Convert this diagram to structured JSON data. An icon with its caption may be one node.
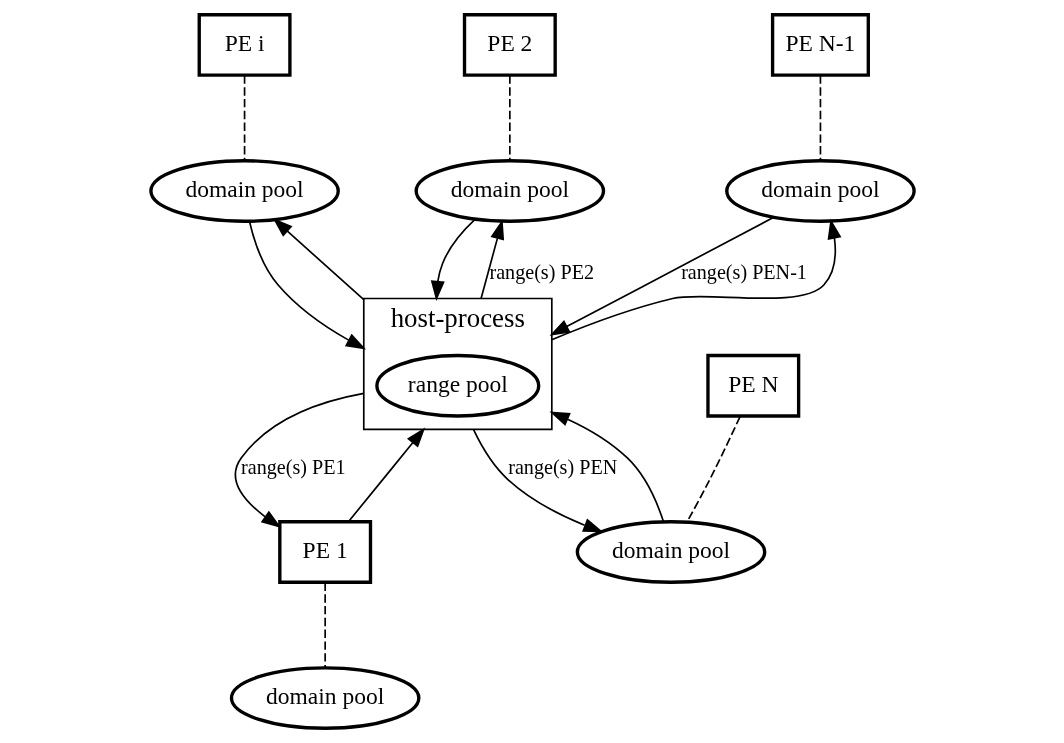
{
  "diagram": {
    "nodes": [
      {
        "text": [
          "PE i"
        ]
      },
      {
        "text": [
          "domain pool"
        ]
      },
      {
        "text": [
          "PE 2"
        ]
      },
      {
        "text": [
          "domain pool"
        ]
      },
      {
        "text": [
          "PE N-1"
        ]
      },
      {
        "text": [
          "domain pool"
        ]
      },
      {
        "text": [
          "host-process"
        ]
      },
      {
        "text": [
          "range pool"
        ],
        "in": 6
      },
      {
        "text": [
          "PE 1"
        ]
      },
      {
        "text": [
          "domain pool"
        ]
      },
      {
        "text": [
          "PE N"
        ]
      },
      {
        "text": [
          "domain pool"
        ]
      }
    ],
    "edges": [
      {
        "from": 0,
        "to": 1,
        "arrow": "none",
        "style": "dashed"
      },
      {
        "from": 2,
        "to": 3,
        "arrow": "none",
        "style": "dashed"
      },
      {
        "from": 4,
        "to": 5,
        "arrow": "none",
        "style": "dashed"
      },
      {
        "from": 8,
        "to": 9,
        "arrow": "none",
        "style": "dashed"
      },
      {
        "from": 10,
        "to": 11,
        "arrow": "none",
        "style": "dashed"
      },
      {
        "from": 1,
        "to": 6,
        "arrow": "to"
      },
      {
        "from": 6,
        "to": 1,
        "arrow": "to"
      },
      {
        "from": 3,
        "to": 6,
        "arrow": "to"
      },
      {
        "from": 6,
        "to": 3,
        "arrow": "to",
        "label": "range(s) PE2"
      },
      {
        "from": 5,
        "to": 6,
        "arrow": "to",
        "label": "range(s) PEN-1"
      },
      {
        "from": 6,
        "to": 5,
        "arrow": "to"
      },
      {
        "from": 6,
        "to": 8,
        "arrow": "to",
        "label": "range(s) PE1"
      },
      {
        "from": 8,
        "to": 6,
        "arrow": "to"
      },
      {
        "from": 6,
        "to": 11,
        "arrow": "to",
        "label": "range(s) PEN"
      },
      {
        "from": 11,
        "to": 6,
        "arrow": "to"
      }
    ]
  }
}
